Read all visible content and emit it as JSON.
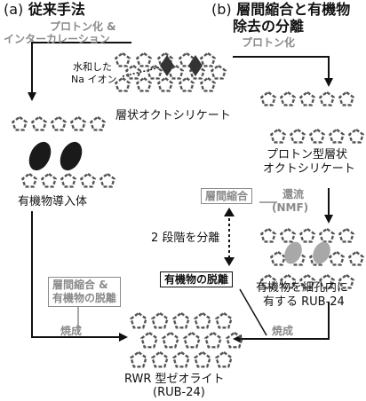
{
  "left_column": {
    "heading_label": "(a)",
    "heading_title": "従来手法",
    "step1_label_line1": "プロトン化 &",
    "step1_label_line2": "インターカレーション",
    "intermediate_label": "有機物導入体",
    "box_line1": "層間縮合 &",
    "box_line2": "有機物の脱離",
    "calcination_label": "焼成"
  },
  "right_column": {
    "heading_label": "(b)",
    "heading_title_line1": "層間縮合と有機物",
    "heading_title_line2": "除去の分離",
    "step1_label": "プロトン化",
    "protonated_label_line1": "プロトン型層状",
    "protonated_label_line2": "オクトシリケート",
    "condensation_box": "層間縮合",
    "reflux_label_line1": "還流",
    "reflux_label_line2": "(NMF)",
    "separate_label": "2 段階を分離",
    "removal_box": "有機物の脱離",
    "rub_label_line1": "有機物を細孔内に",
    "rub_label_line2": "有する RUB-24",
    "calcination_label": "焼成"
  },
  "center": {
    "sodium_label_line1": "水和した",
    "sodium_label_line2": "Na イオン",
    "start_label": "層状オクトシリケート",
    "product_line1": "RWR 型ゼオライト",
    "product_line2": "(RUB-24)"
  },
  "colors": {
    "dark": "#111111",
    "gray": "#8a8a8a",
    "light_gray": "#b0b0b0",
    "framework": "#555555"
  }
}
